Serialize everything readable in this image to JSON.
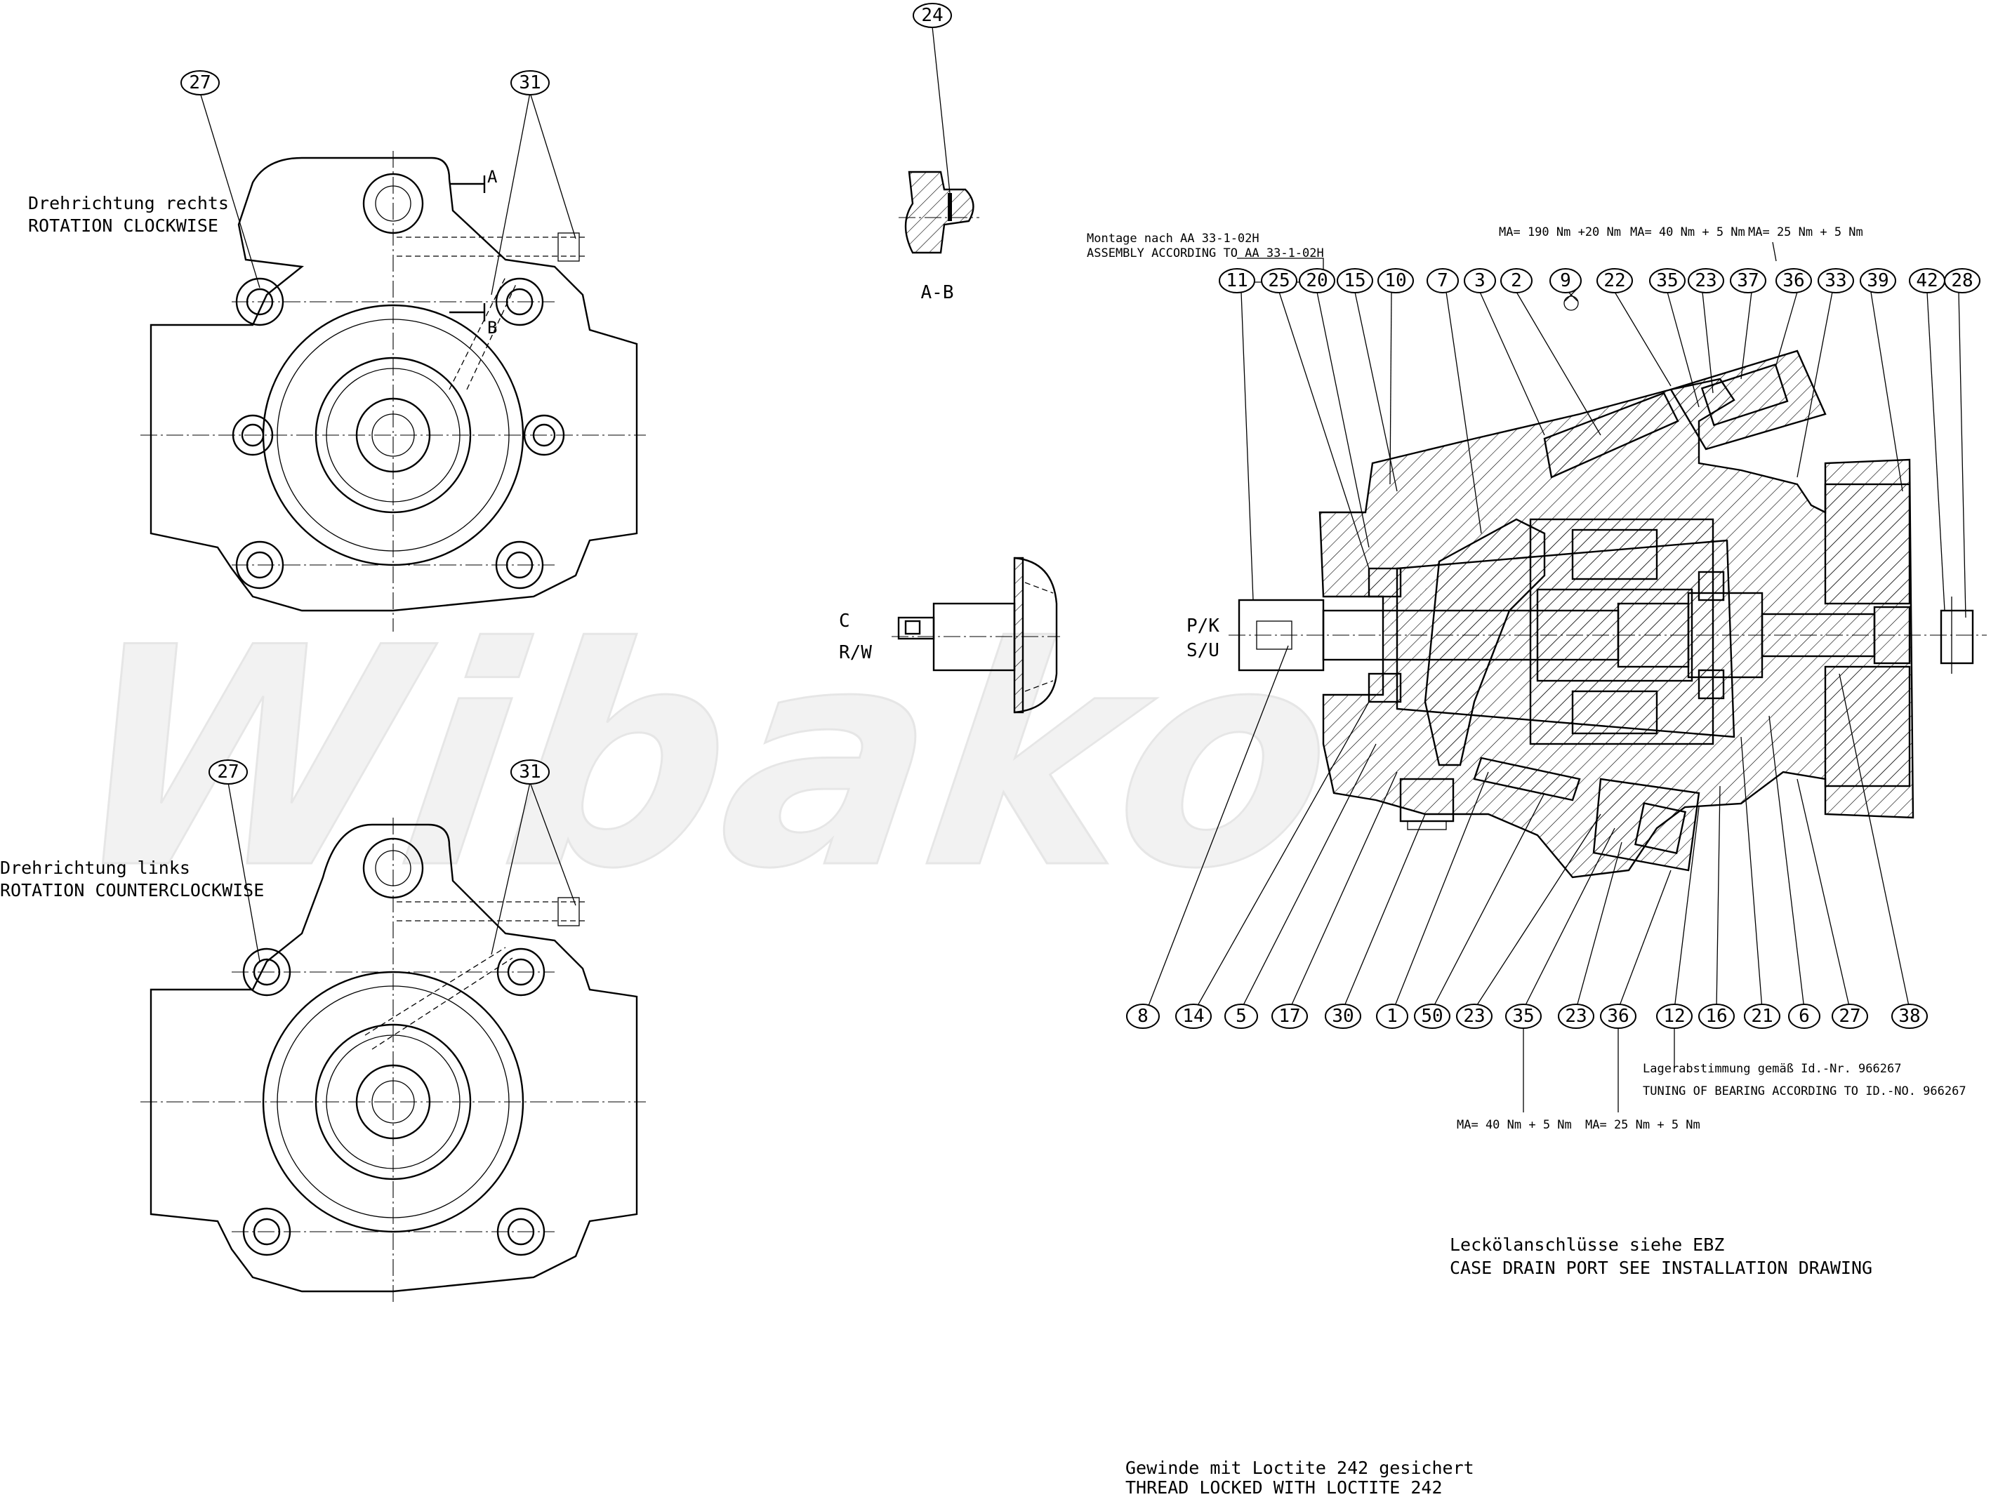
{
  "watermark": "Wibako",
  "views": {
    "rotation_right": {
      "label_de": "Drehrichtung rechts",
      "label_en": "ROTATION CLOCKWISE",
      "callouts": [
        "27",
        "31"
      ],
      "section_marks": [
        "A",
        "B"
      ]
    },
    "rotation_left": {
      "label_de": "Drehrichtung links",
      "label_en": "ROTATION COUNTERCLOCKWISE",
      "callouts": [
        "27",
        "31"
      ]
    },
    "detail_ab": {
      "callout": "24",
      "label": "A-B"
    },
    "shaft_cw": {
      "label_c": "C",
      "label_rw": "R/W"
    }
  },
  "section": {
    "assembly_note_de": "Montage nach AA 33-1-02H",
    "assembly_note_en": "ASSEMBLY ACCORDING TO AA 33-1-02H",
    "torques_top": [
      "MA= 190 Nm +20 Nm",
      "MA= 40 Nm + 5 Nm",
      "MA= 25 Nm + 5 Nm"
    ],
    "port_label_pk": "P/K",
    "port_label_su": "S/U",
    "top_callouts": [
      "11",
      "25",
      "20",
      "15",
      "10",
      "7",
      "3",
      "2",
      "9",
      "22",
      "35",
      "23",
      "37",
      "36",
      "33",
      "39",
      "42",
      "28"
    ],
    "bottom_callouts": [
      "8",
      "14",
      "5",
      "17",
      "30",
      "1",
      "50",
      "23",
      "35",
      "23",
      "36",
      "12",
      "16",
      "21",
      "6",
      "27",
      "38"
    ],
    "bearing_note_de": "Lagerabstimmung gemäß Id.-Nr. 966267",
    "bearing_note_en": "TUNING OF BEARING ACCORDING TO ID.-NO. 966267",
    "torques_bottom": [
      "MA= 40 Nm + 5 Nm",
      "MA= 25 Nm + 5 Nm"
    ]
  },
  "notes": {
    "drain_de": "Leckölanschlüsse siehe EBZ",
    "drain_en": "CASE DRAIN PORT SEE INSTALLATION DRAWING",
    "thread_de": "Gewinde mit Loctite 242 gesichert",
    "thread_en": "THREAD LOCKED WITH LOCTITE 242"
  }
}
